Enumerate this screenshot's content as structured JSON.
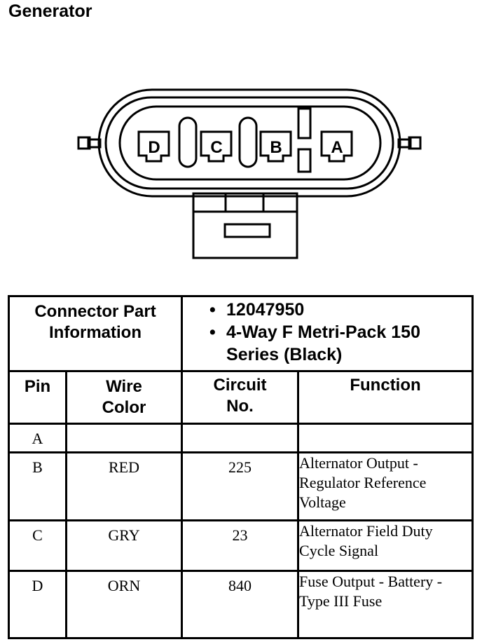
{
  "title": "Generator",
  "pins": [
    "D",
    "C",
    "B",
    "A"
  ],
  "table": {
    "part_info_label": "Connector Part Information",
    "part_info": [
      "12047950",
      "4-Way F Metri-Pack 150 Series (Black)"
    ],
    "headers": {
      "pin": "Pin",
      "wire_color": "Wire Color",
      "circuit": "Circuit No.",
      "function": "Function"
    },
    "rows": [
      {
        "pin": "A",
        "wire_color": "",
        "circuit": "",
        "function": ""
      },
      {
        "pin": "B",
        "wire_color": "RED",
        "circuit": "225",
        "function": "Alternator Output - Regulator Reference Voltage"
      },
      {
        "pin": "C",
        "wire_color": "GRY",
        "circuit": "23",
        "function": "Alternator Field Duty Cycle Signal"
      },
      {
        "pin": "D",
        "wire_color": "ORN",
        "circuit": "840",
        "function": "Fuse Output - Battery - Type III Fuse"
      }
    ]
  }
}
